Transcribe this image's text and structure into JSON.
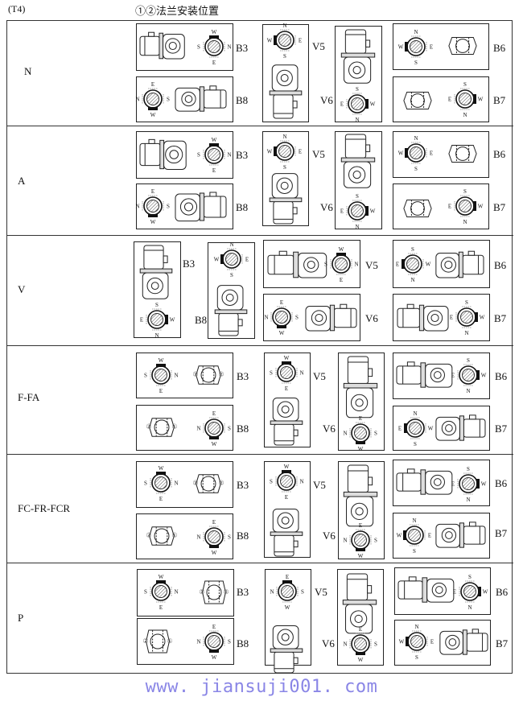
{
  "header": {
    "code": "(T4)",
    "title": "①②法兰安装位置"
  },
  "watermark": "www. jiansuji001. com",
  "colors": {
    "border": "#222222",
    "watermark": "#8a86e6"
  },
  "rows": [
    {
      "label": "N",
      "positions": [
        "B3",
        "B8",
        "V5",
        "V6",
        "B6",
        "B7"
      ]
    },
    {
      "label": "A",
      "positions": [
        "B3",
        "B8",
        "V5",
        "V6",
        "B6",
        "B7"
      ]
    },
    {
      "label": "V",
      "positions": [
        "B3",
        "B8",
        "V5",
        "V6",
        "B6",
        "B7"
      ]
    },
    {
      "label": "F-FA",
      "positions": [
        "B3",
        "B8",
        "V5",
        "V6",
        "B6",
        "B7"
      ]
    },
    {
      "label": "FC-FR-FCR",
      "positions": [
        "B3",
        "B8",
        "V5",
        "V6",
        "B6",
        "B7"
      ]
    },
    {
      "label": "P",
      "positions": [
        "B3",
        "B8",
        "V5",
        "V6",
        "B6",
        "B7"
      ]
    }
  ],
  "compass_letters": [
    "N",
    "E",
    "S",
    "W"
  ],
  "flange_marks": [
    "①",
    "②"
  ],
  "icons": {
    "compass": "compass-shaft-icon",
    "motor": "gearmotor-icon"
  }
}
